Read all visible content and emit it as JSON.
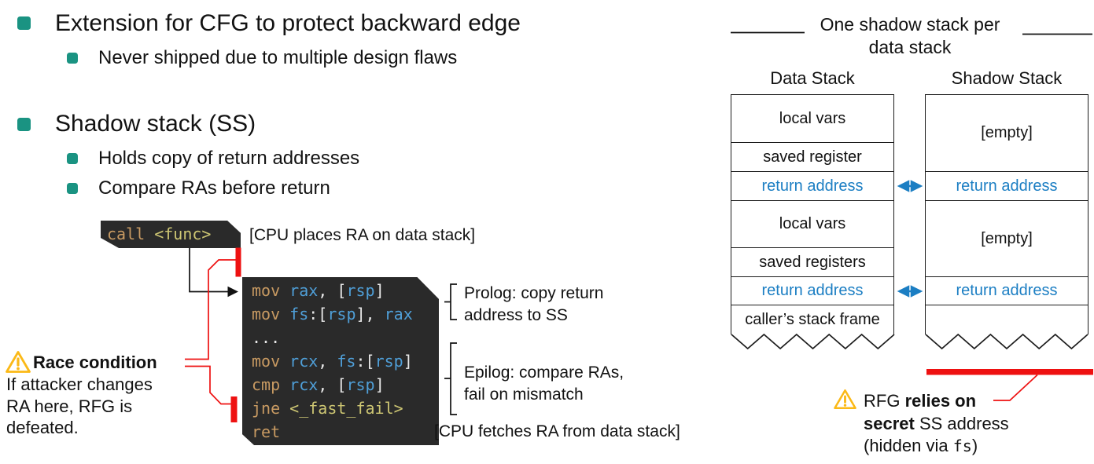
{
  "colors": {
    "teal": "#1A9382",
    "blue": "#1B7EC3",
    "red": "#EE1111",
    "warning": "#FBB917",
    "text": "#121212",
    "code_bg": "#2A2A2A",
    "code_keyword": "#C89A62",
    "code_register": "#4F9FD8",
    "code_label": "#CDC673",
    "code_punct": "#E8E8E8"
  },
  "bullets": {
    "title1": "Extension for CFG to protect backward edge",
    "sub1": "Never shipped due to multiple design flaws",
    "title2": "Shadow stack (SS)",
    "sub2": "Holds copy of return addresses",
    "sub3": "Compare RAs before return"
  },
  "code": {
    "call_line": [
      {
        "t": "call ",
        "c": "kw"
      },
      {
        "t": "<func>",
        "c": "lb"
      }
    ],
    "lines": [
      [
        {
          "t": "mov",
          "c": "kw"
        },
        {
          "t": " ",
          "c": "pn"
        },
        {
          "t": "rax",
          "c": "rg"
        },
        {
          "t": ", ",
          "c": "pn"
        },
        {
          "t": "[",
          "c": "pn"
        },
        {
          "t": "rsp",
          "c": "rg"
        },
        {
          "t": "]",
          "c": "pn"
        }
      ],
      [
        {
          "t": "mov",
          "c": "kw"
        },
        {
          "t": " ",
          "c": "pn"
        },
        {
          "t": "fs",
          "c": "rg"
        },
        {
          "t": ":[",
          "c": "pn"
        },
        {
          "t": "rsp",
          "c": "rg"
        },
        {
          "t": "], ",
          "c": "pn"
        },
        {
          "t": "rax",
          "c": "rg"
        }
      ],
      [
        {
          "t": "...",
          "c": "pn"
        }
      ],
      [
        {
          "t": "mov",
          "c": "kw"
        },
        {
          "t": " ",
          "c": "pn"
        },
        {
          "t": "rcx",
          "c": "rg"
        },
        {
          "t": ", ",
          "c": "pn"
        },
        {
          "t": "fs",
          "c": "rg"
        },
        {
          "t": ":[",
          "c": "pn"
        },
        {
          "t": "rsp",
          "c": "rg"
        },
        {
          "t": "]",
          "c": "pn"
        }
      ],
      [
        {
          "t": "cmp",
          "c": "kw"
        },
        {
          "t": " ",
          "c": "pn"
        },
        {
          "t": "rcx",
          "c": "rg"
        },
        {
          "t": ", ",
          "c": "pn"
        },
        {
          "t": "[",
          "c": "pn"
        },
        {
          "t": "rsp",
          "c": "rg"
        },
        {
          "t": "]",
          "c": "pn"
        }
      ],
      [
        {
          "t": "jne",
          "c": "kw"
        },
        {
          "t": " ",
          "c": "pn"
        },
        {
          "t": "<_fast_fail>",
          "c": "lb"
        }
      ],
      [
        {
          "t": "ret",
          "c": "kw"
        }
      ]
    ]
  },
  "annotations": {
    "cpu_places": "[CPU places RA on data stack]",
    "prolog": "Prolog: copy return\naddress to SS",
    "epilog": "Epilog: compare RAs,\nfail on mismatch",
    "cpu_fetches": "[CPU fetches RA from data stack]"
  },
  "race_note": {
    "title": "Race condition",
    "body": "If attacker changes\nRA here, RFG is\ndefeated."
  },
  "diagram": {
    "note": "One shadow stack per\ndata stack",
    "data_stack": {
      "title": "Data Stack",
      "cells": [
        {
          "label": "local vars",
          "h": 61,
          "blue": false
        },
        {
          "label": "saved register",
          "h": 37,
          "blue": false
        },
        {
          "label": "return address",
          "h": 37,
          "blue": true
        },
        {
          "label": "local vars",
          "h": 60,
          "blue": false
        },
        {
          "label": "saved registers",
          "h": 37,
          "blue": false
        },
        {
          "label": "return address",
          "h": 36,
          "blue": true
        },
        {
          "label": "caller’s stack frame",
          "h": 37,
          "blue": false
        }
      ]
    },
    "shadow_stack": {
      "title": "Shadow Stack",
      "cells": [
        {
          "label": "[empty]",
          "h": 98,
          "blue": false
        },
        {
          "label": "return address",
          "h": 37,
          "blue": true
        },
        {
          "label": "[empty]",
          "h": 97,
          "blue": false
        },
        {
          "label": "return address",
          "h": 36,
          "blue": true
        },
        {
          "label": "",
          "h": 37,
          "blue": false
        }
      ]
    }
  },
  "rfg_note": {
    "lines": [
      [
        {
          "t": "RFG ",
          "c": "n"
        },
        {
          "t": "relies on",
          "c": "b"
        }
      ],
      [
        {
          "t": "secret",
          "c": "b"
        },
        {
          "t": " SS address",
          "c": "n"
        }
      ],
      [
        {
          "t": "(hidden via ",
          "c": "n"
        },
        {
          "t": "fs",
          "c": "m"
        },
        {
          "t": ")",
          "c": "n"
        }
      ]
    ]
  }
}
